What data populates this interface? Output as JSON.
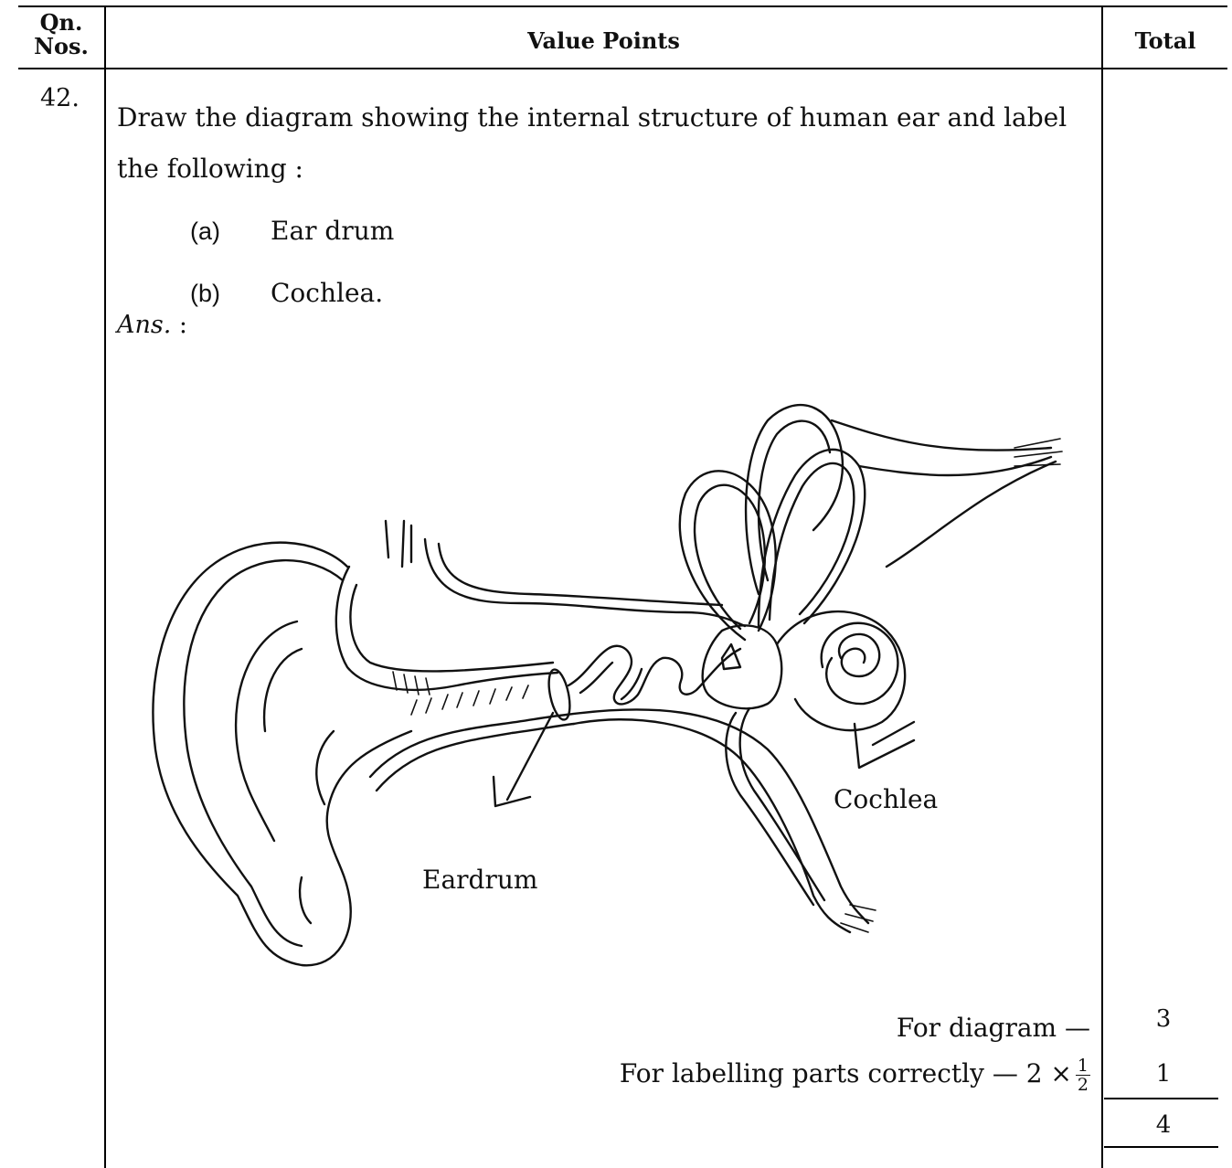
{
  "header": {
    "qn_nos": "Qn. Nos.",
    "qn_line1": "Qn.",
    "qn_line2": "Nos.",
    "value_points": "Value Points",
    "total": "Total"
  },
  "question": {
    "number": "42.",
    "line1": "Draw the diagram showing the internal structure of human ear and label",
    "line2": "the following :",
    "options": [
      {
        "letter": "(a)",
        "text": "Ear drum"
      },
      {
        "letter": "(b)",
        "text": "Cochlea."
      }
    ],
    "answer_label": "Ans.",
    "answer_colon": " :"
  },
  "diagram": {
    "labels": {
      "cochlea": "Cochlea",
      "eardrum": "Eardrum"
    }
  },
  "marking": {
    "diagram_text": "For diagram —",
    "labelling_text": "For labelling parts correctly — 2 ×",
    "fraction_num": "1",
    "fraction_den": "2",
    "diagram_score": "3",
    "labelling_score": "1",
    "total_score": "4"
  }
}
